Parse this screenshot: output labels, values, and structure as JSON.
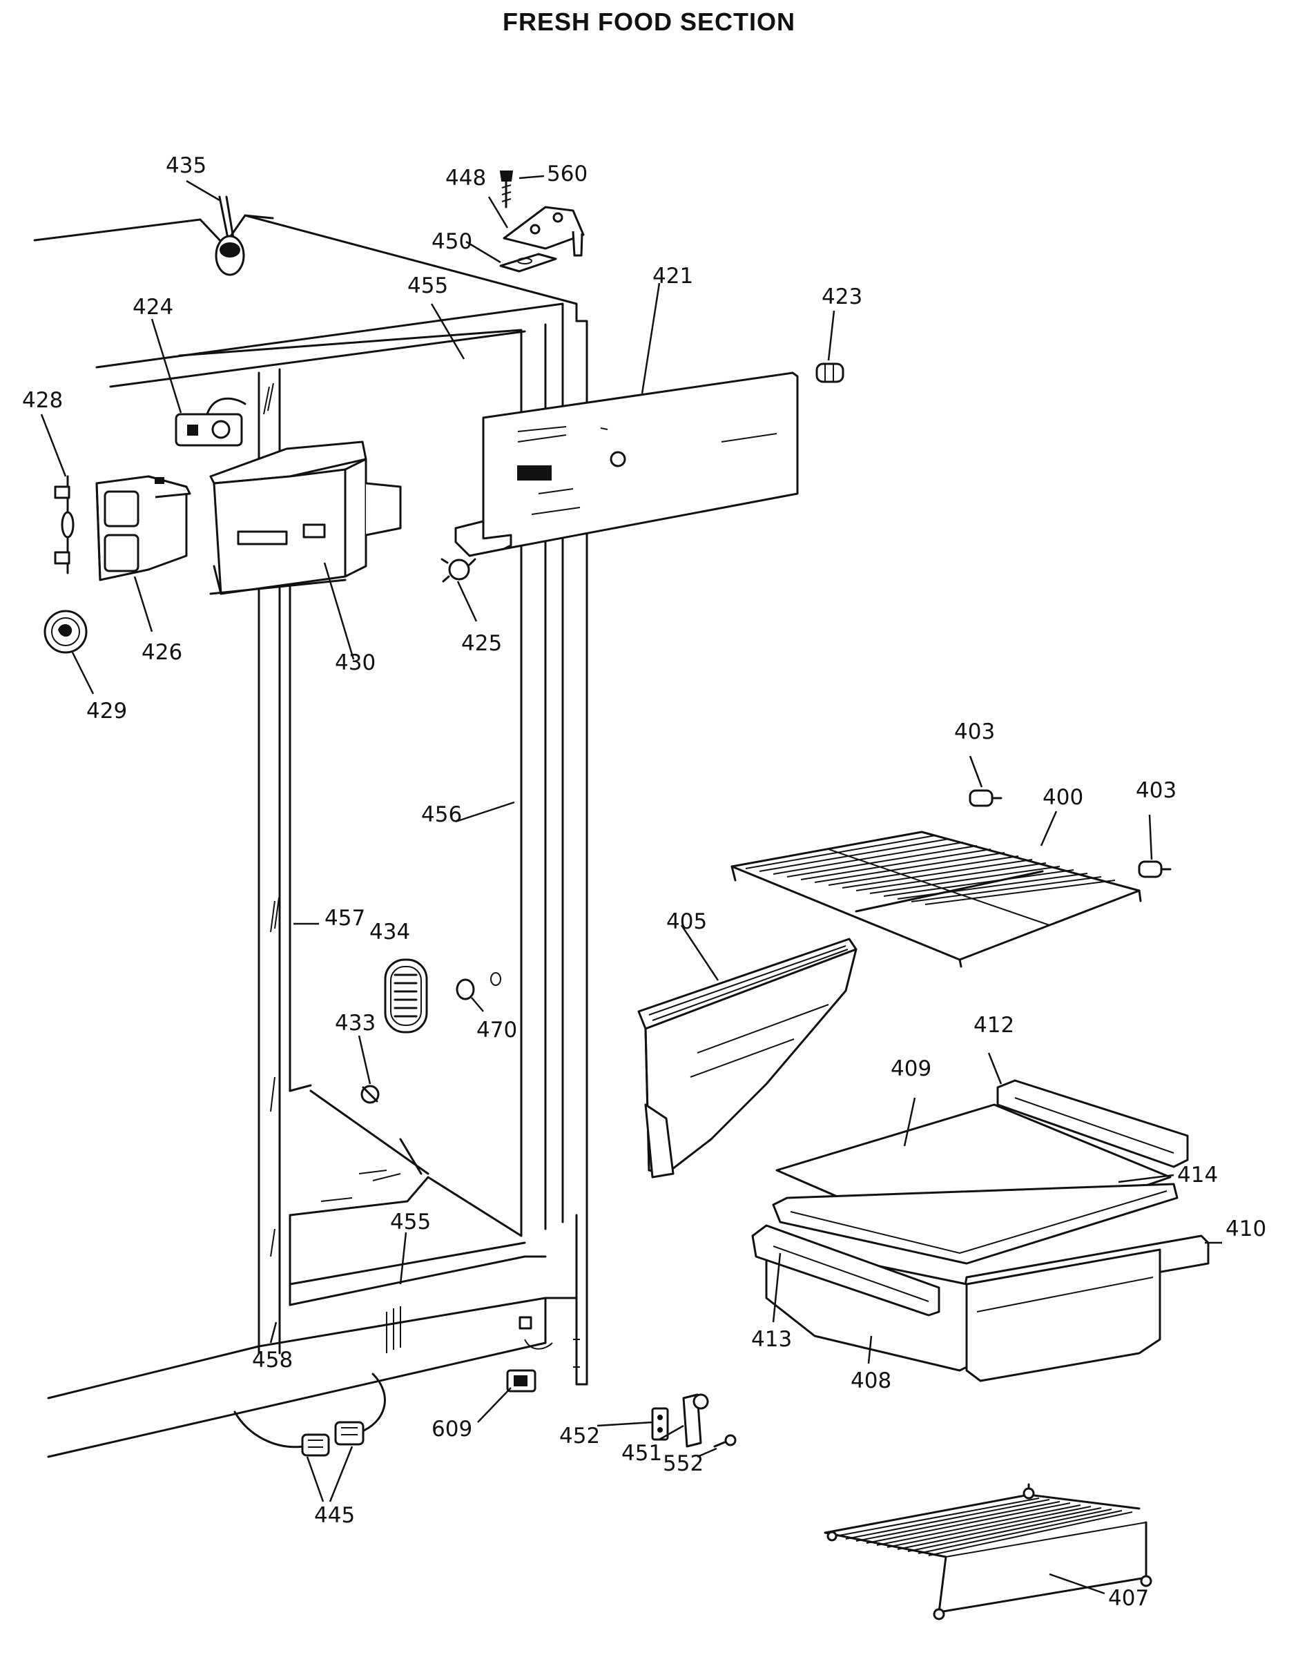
{
  "title": "FRESH FOOD SECTION",
  "labels": {
    "435": "435",
    "448": "448",
    "560": "560",
    "450": "450",
    "455a": "455",
    "421": "421",
    "423": "423",
    "424": "424",
    "428": "428",
    "426": "426",
    "430": "430",
    "425": "425",
    "429": "429",
    "403a": "403",
    "400": "400",
    "403b": "403",
    "456": "456",
    "457": "457",
    "434": "434",
    "405": "405",
    "433": "433",
    "470": "470",
    "412": "412",
    "409": "409",
    "414": "414",
    "455b": "455",
    "410": "410",
    "413": "413",
    "408": "408",
    "458": "458",
    "609": "609",
    "452": "452",
    "451": "451",
    "552": "552",
    "445": "445",
    "407": "407"
  }
}
